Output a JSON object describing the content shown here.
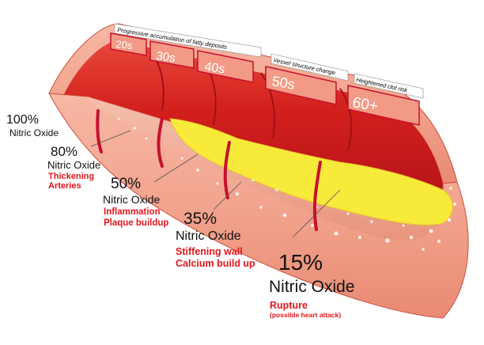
{
  "banners": {
    "accumulation": "Progressive accumulation of fatty deposits",
    "vessel": "Vessel structure change",
    "clot": "Heightened clot risk"
  },
  "ages": [
    "20s",
    "30s",
    "40s",
    "50s",
    "60+"
  ],
  "stages": [
    {
      "percent": "100%",
      "nitric": "Nitric Oxide",
      "effect": []
    },
    {
      "percent": "80%",
      "nitric": "Nitric Oxide",
      "effect": [
        "Thickening",
        "Arteries"
      ]
    },
    {
      "percent": "50%",
      "nitric": "Nitric Oxide",
      "effect": [
        "Inflammation",
        "Plaque buildup"
      ]
    },
    {
      "percent": "35%",
      "nitric": "Nitric Oxide",
      "effect": [
        "Stiffening wall",
        "Calcium build up"
      ]
    },
    {
      "percent": "15%",
      "nitric": "Nitric Oxide",
      "effect": [
        "Rupture"
      ],
      "note": "(possible heart attack)"
    }
  ],
  "colors": {
    "wall": "#f2a48e",
    "wall_dark": "#d8503f",
    "lumen": "#d9231f",
    "plaque": "#f7ea3b",
    "divider": "#c8102e",
    "effect_text": "#e3141b"
  }
}
